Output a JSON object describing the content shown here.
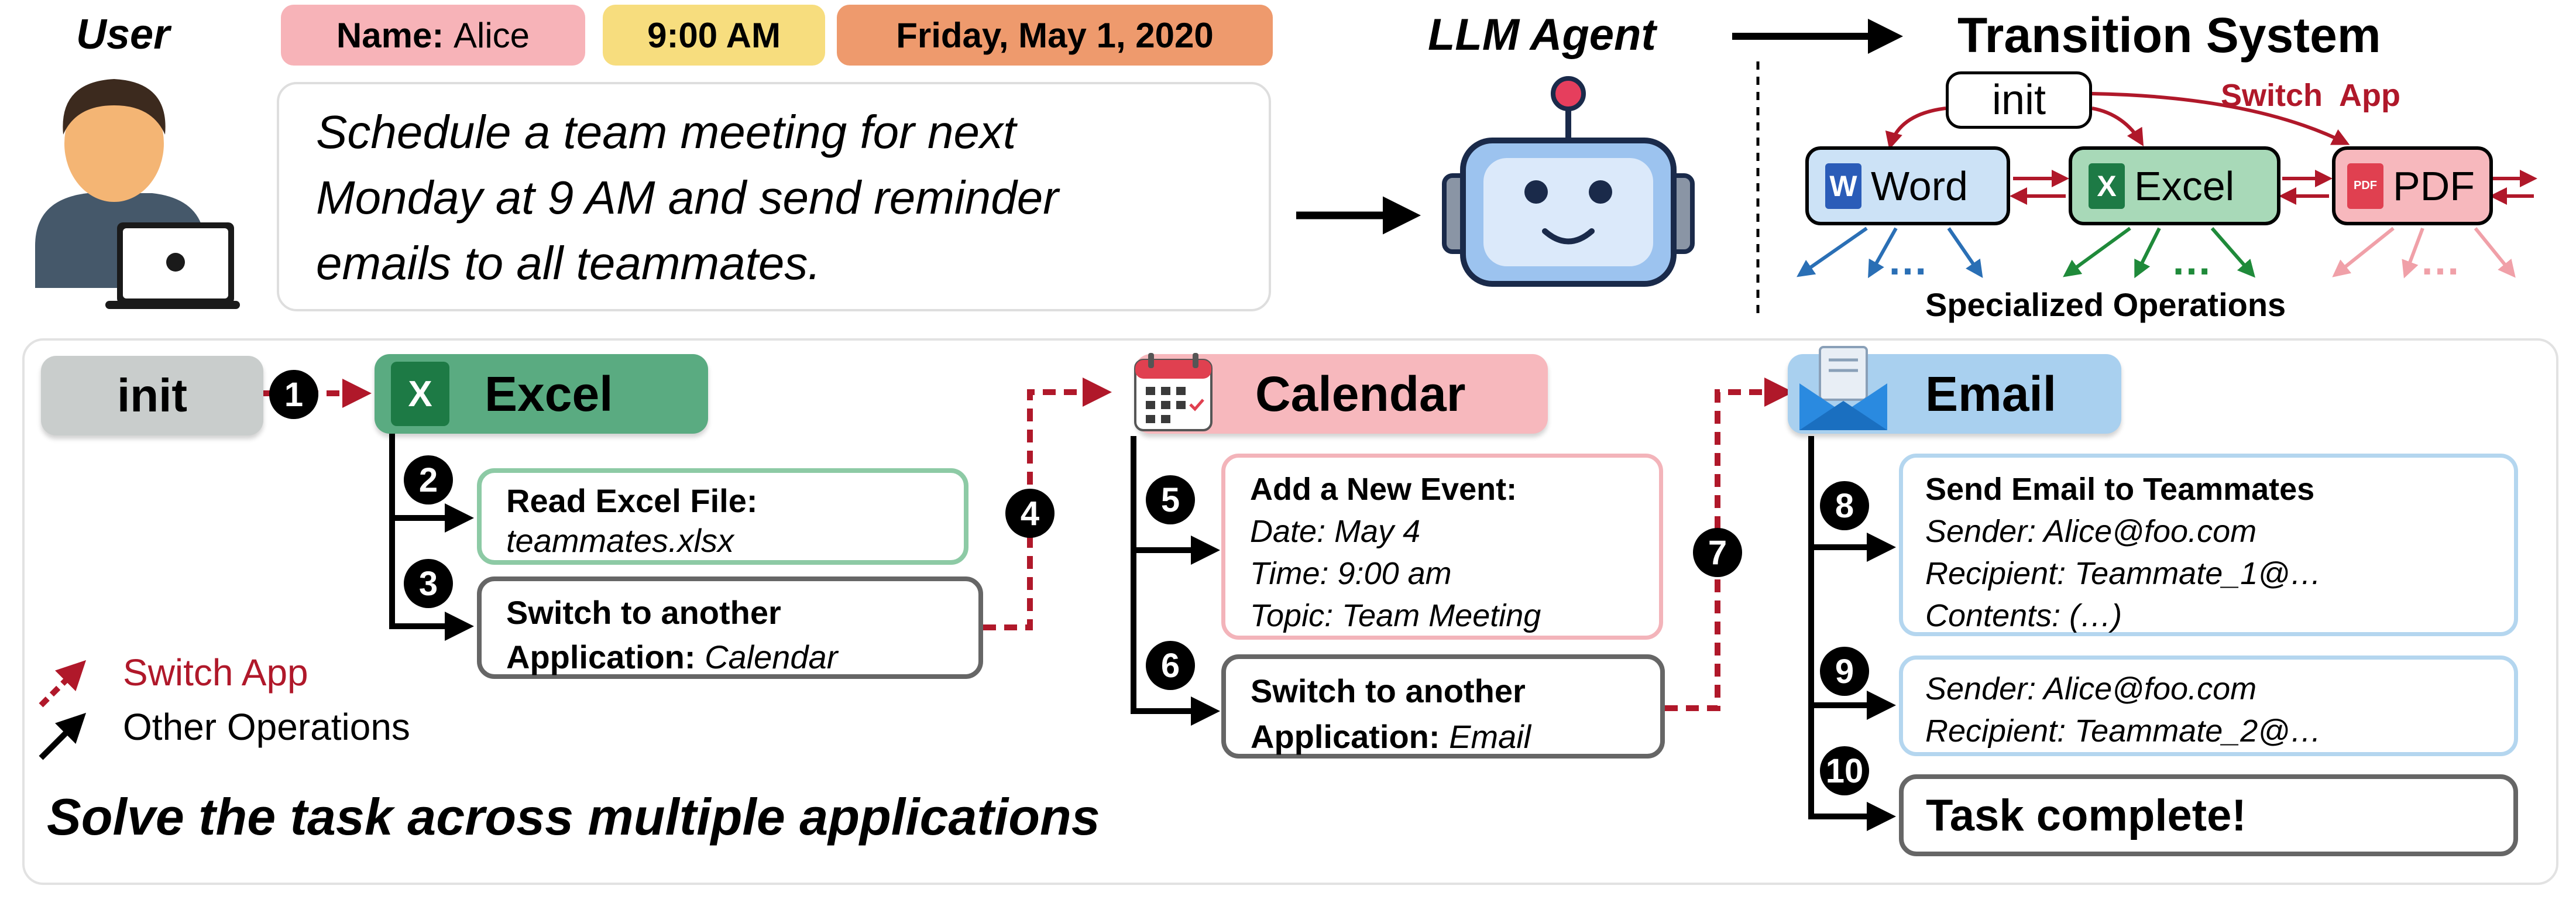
{
  "header": {
    "user_label": "User",
    "name_key": "Name:",
    "name_value": "Alice",
    "time": "9:00 AM",
    "date": "Friday, May 1, 2020",
    "task_lines": [
      "Schedule a team meeting for next",
      "Monday at 9 AM and send reminder",
      "emails to all teammates."
    ],
    "agent_label": "LLM Agent"
  },
  "transition_system": {
    "title": "Transition System",
    "init": "init",
    "switch_app": "Switch  App",
    "apps": [
      "Word",
      "Excel",
      "PDF"
    ],
    "ellipsis": "…",
    "caption": "Specialized Operations"
  },
  "flow": {
    "init": "init",
    "excel": "Excel",
    "calendar": "Calendar",
    "email": "Email",
    "steps": [
      "1",
      "2",
      "3",
      "4",
      "5",
      "6",
      "7",
      "8",
      "9",
      "10"
    ],
    "read_excel": {
      "title": "Read Excel File:",
      "file": "teammates.xlsx"
    },
    "switch_calendar": {
      "line1": "Switch to another",
      "key": "Application:",
      "value": "Calendar"
    },
    "new_event": {
      "title": "Add a New Event:",
      "lines": [
        "Date: May 4",
        "Time: 9:00 am",
        "Topic: Team Meeting"
      ]
    },
    "switch_email": {
      "line1": "Switch to another",
      "key": "Application:",
      "value": "Email"
    },
    "send_email": {
      "title": "Send Email to Teammates",
      "lines": [
        "Sender: Alice@foo.com",
        "Recipient: Teammate_1@…",
        "Contents: (…)"
      ]
    },
    "email2": {
      "lines": [
        "Sender: Alice@foo.com",
        "Recipient: Teammate_2@…"
      ]
    },
    "done": "Task complete!"
  },
  "legend": {
    "switch_app": "Switch App",
    "other_ops": "Other Operations"
  },
  "footer": "Solve the task across multiple applications",
  "colors": {
    "switch_red": "#b0182a",
    "name_pink": "#f7b3b8",
    "time_yellow": "#f7dd7e",
    "date_orange": "#ee9a6d",
    "excel_green": "#5aab81",
    "calendar_pink": "#f7b8bd",
    "email_blue": "#a9d0ef",
    "init_gray": "#c9cdcc"
  }
}
